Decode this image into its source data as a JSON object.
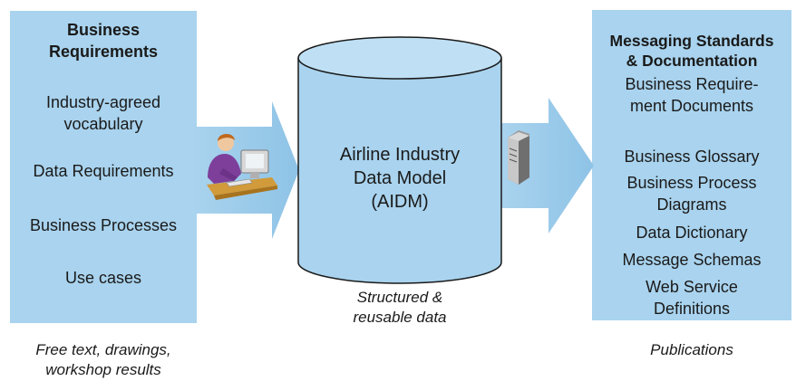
{
  "left": {
    "title_line1": "Business",
    "title_line2": "Requirements",
    "items": [
      {
        "line1": "Industry-agreed",
        "line2": "vocabulary"
      },
      {
        "line1": "Data Requirements"
      },
      {
        "line1": "Business Processes"
      },
      {
        "line1": "Use cases"
      }
    ],
    "caption_line1": "Free text, drawings,",
    "caption_line2": "workshop  results"
  },
  "center": {
    "label_line1": "Airline Industry",
    "label_line2": "Data Model",
    "label_line3": "(AIDM)",
    "caption_line1": "Structured &",
    "caption_line2": "reusable data"
  },
  "right": {
    "title_line1": "Messaging Standards",
    "title_line2": "& Documentation",
    "items": [
      {
        "line1": "Business Require-",
        "line2": "ment Documents"
      },
      {
        "line1": "Business Glossary"
      },
      {
        "line1": "Business Process",
        "line2": "Diagrams"
      },
      {
        "line1": "Data Dictionary"
      },
      {
        "line1": "Message Schemas"
      },
      {
        "line1": "Web Service",
        "line2": "Definitions"
      }
    ],
    "caption": "Publications"
  },
  "colors": {
    "panel": "#a9d3ee",
    "arrow": "#a9d3ee",
    "cylinder_fill": "#a9d3ee",
    "cylinder_stroke": "#1a1a1a"
  },
  "icons": [
    "person-at-computer-icon",
    "server-icon"
  ]
}
